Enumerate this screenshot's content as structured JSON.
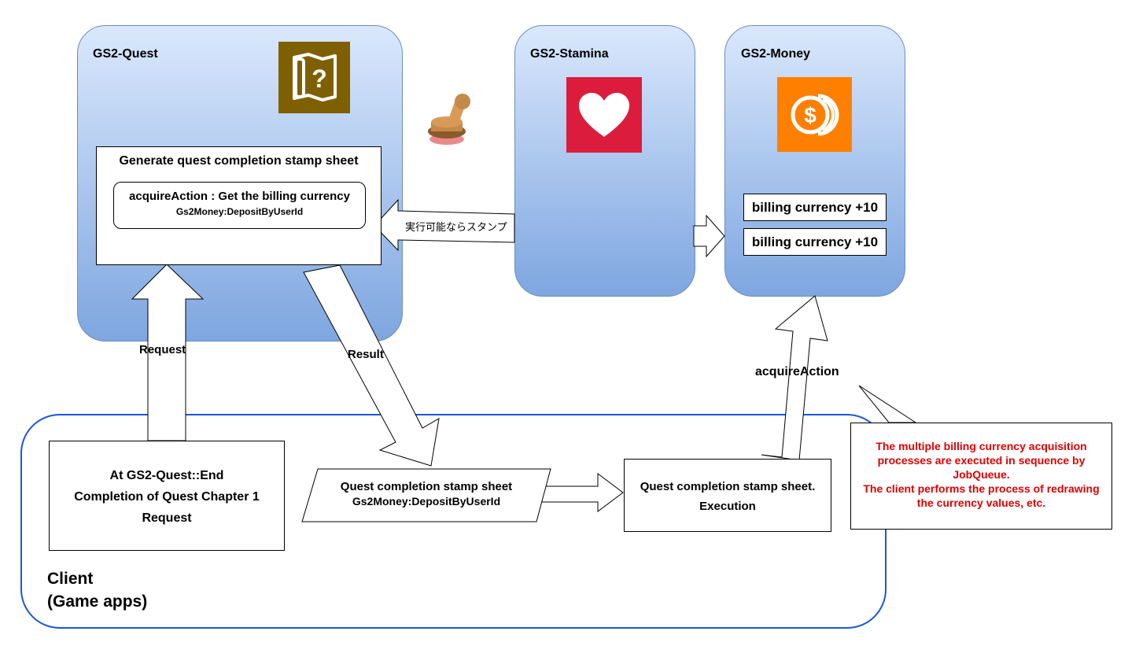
{
  "quest": {
    "title": "GS2-Quest",
    "process_title": "Generate quest completion stamp sheet",
    "action_title": "acquireAction : Get the billing currency",
    "action_sub": "Gs2Money:DepositByUserId"
  },
  "stamina": {
    "title": "GS2-Stamina"
  },
  "money": {
    "title": "GS2-Money",
    "items": [
      "billing currency +10",
      "billing currency +10"
    ]
  },
  "arrows": {
    "request": "Request",
    "result": "Result",
    "acquire": "acquireAction",
    "stamp_if_executable": "実行可能ならスタンプ"
  },
  "client": {
    "title_line1": "Client",
    "title_line2": "(Game apps)",
    "request_line1": "At GS2-Quest::End",
    "request_line2": "Completion of Quest Chapter 1",
    "request_line3": "Request",
    "sheet_line1": "Quest completion stamp sheet",
    "sheet_line2": "Gs2Money:DepositByUserId",
    "exec_line1": "Quest completion stamp sheet.",
    "exec_line2": "Execution"
  },
  "note": {
    "line1": "The multiple billing currency acquisition processes are executed in sequence by JobQueue.",
    "line2": "The client performs the process of redrawing the currency values, etc."
  },
  "colors": {
    "quest_icon_bg": "#7f6000",
    "stamina_icon_bg": "#dc1c3c",
    "money_icon_bg": "#ff8000",
    "client_border": "#1a56db",
    "note_text": "#e00000"
  },
  "icons": {
    "quest": "quest-map-icon",
    "stamina": "heart-icon",
    "money": "coins-icon",
    "stamp": "stamp-icon"
  }
}
